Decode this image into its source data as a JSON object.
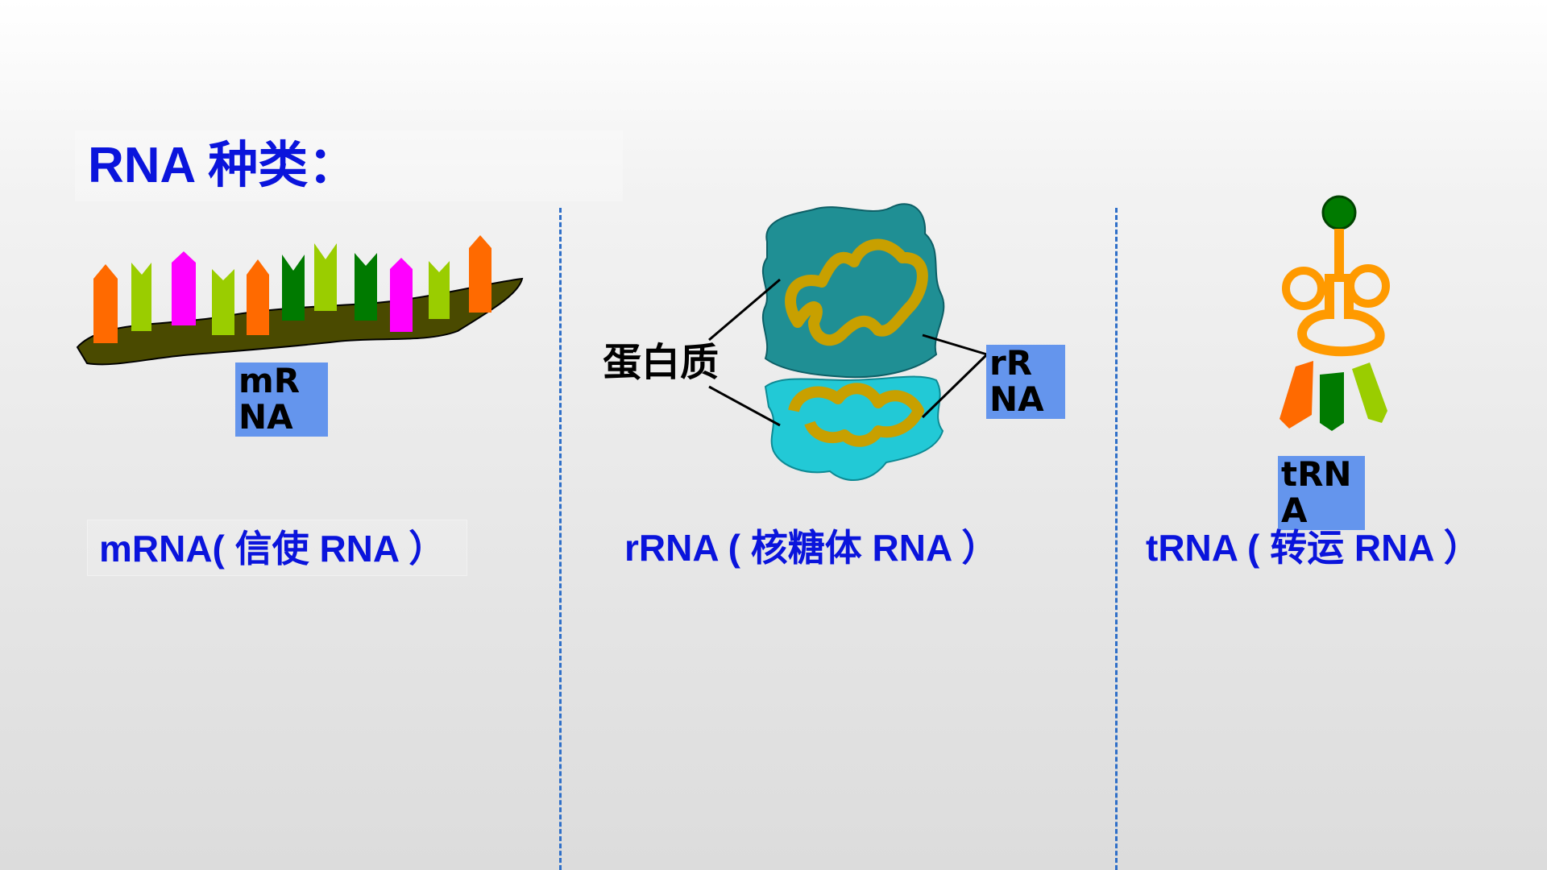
{
  "slide": {
    "title": "RNA 种类：",
    "mrna": {
      "label": "mR NA",
      "caption": "mRNA( 信使 RNA ）"
    },
    "rrna": {
      "label": "rR NA",
      "protein_label": "蛋白质",
      "caption": "rRNA ( 核糖体 RNA ）"
    },
    "trna": {
      "label": "tRN A",
      "caption": "tRNA ( 转运 RNA ）"
    }
  },
  "colors": {
    "title_text": "#0a14dc",
    "label_bg": "#6495ed",
    "divider": "#2f6fc8",
    "strand": "#4a4a00",
    "ribosome_top": "#1f8f94",
    "ribosome_bottom": "#22c9d6",
    "rna_ribbon": "#c8a000",
    "trna_orange": "#ff9a00",
    "base_orange": "#ff6a00",
    "base_lime": "#9acd00",
    "base_magenta": "#ff00ff",
    "base_green": "#007a00"
  }
}
